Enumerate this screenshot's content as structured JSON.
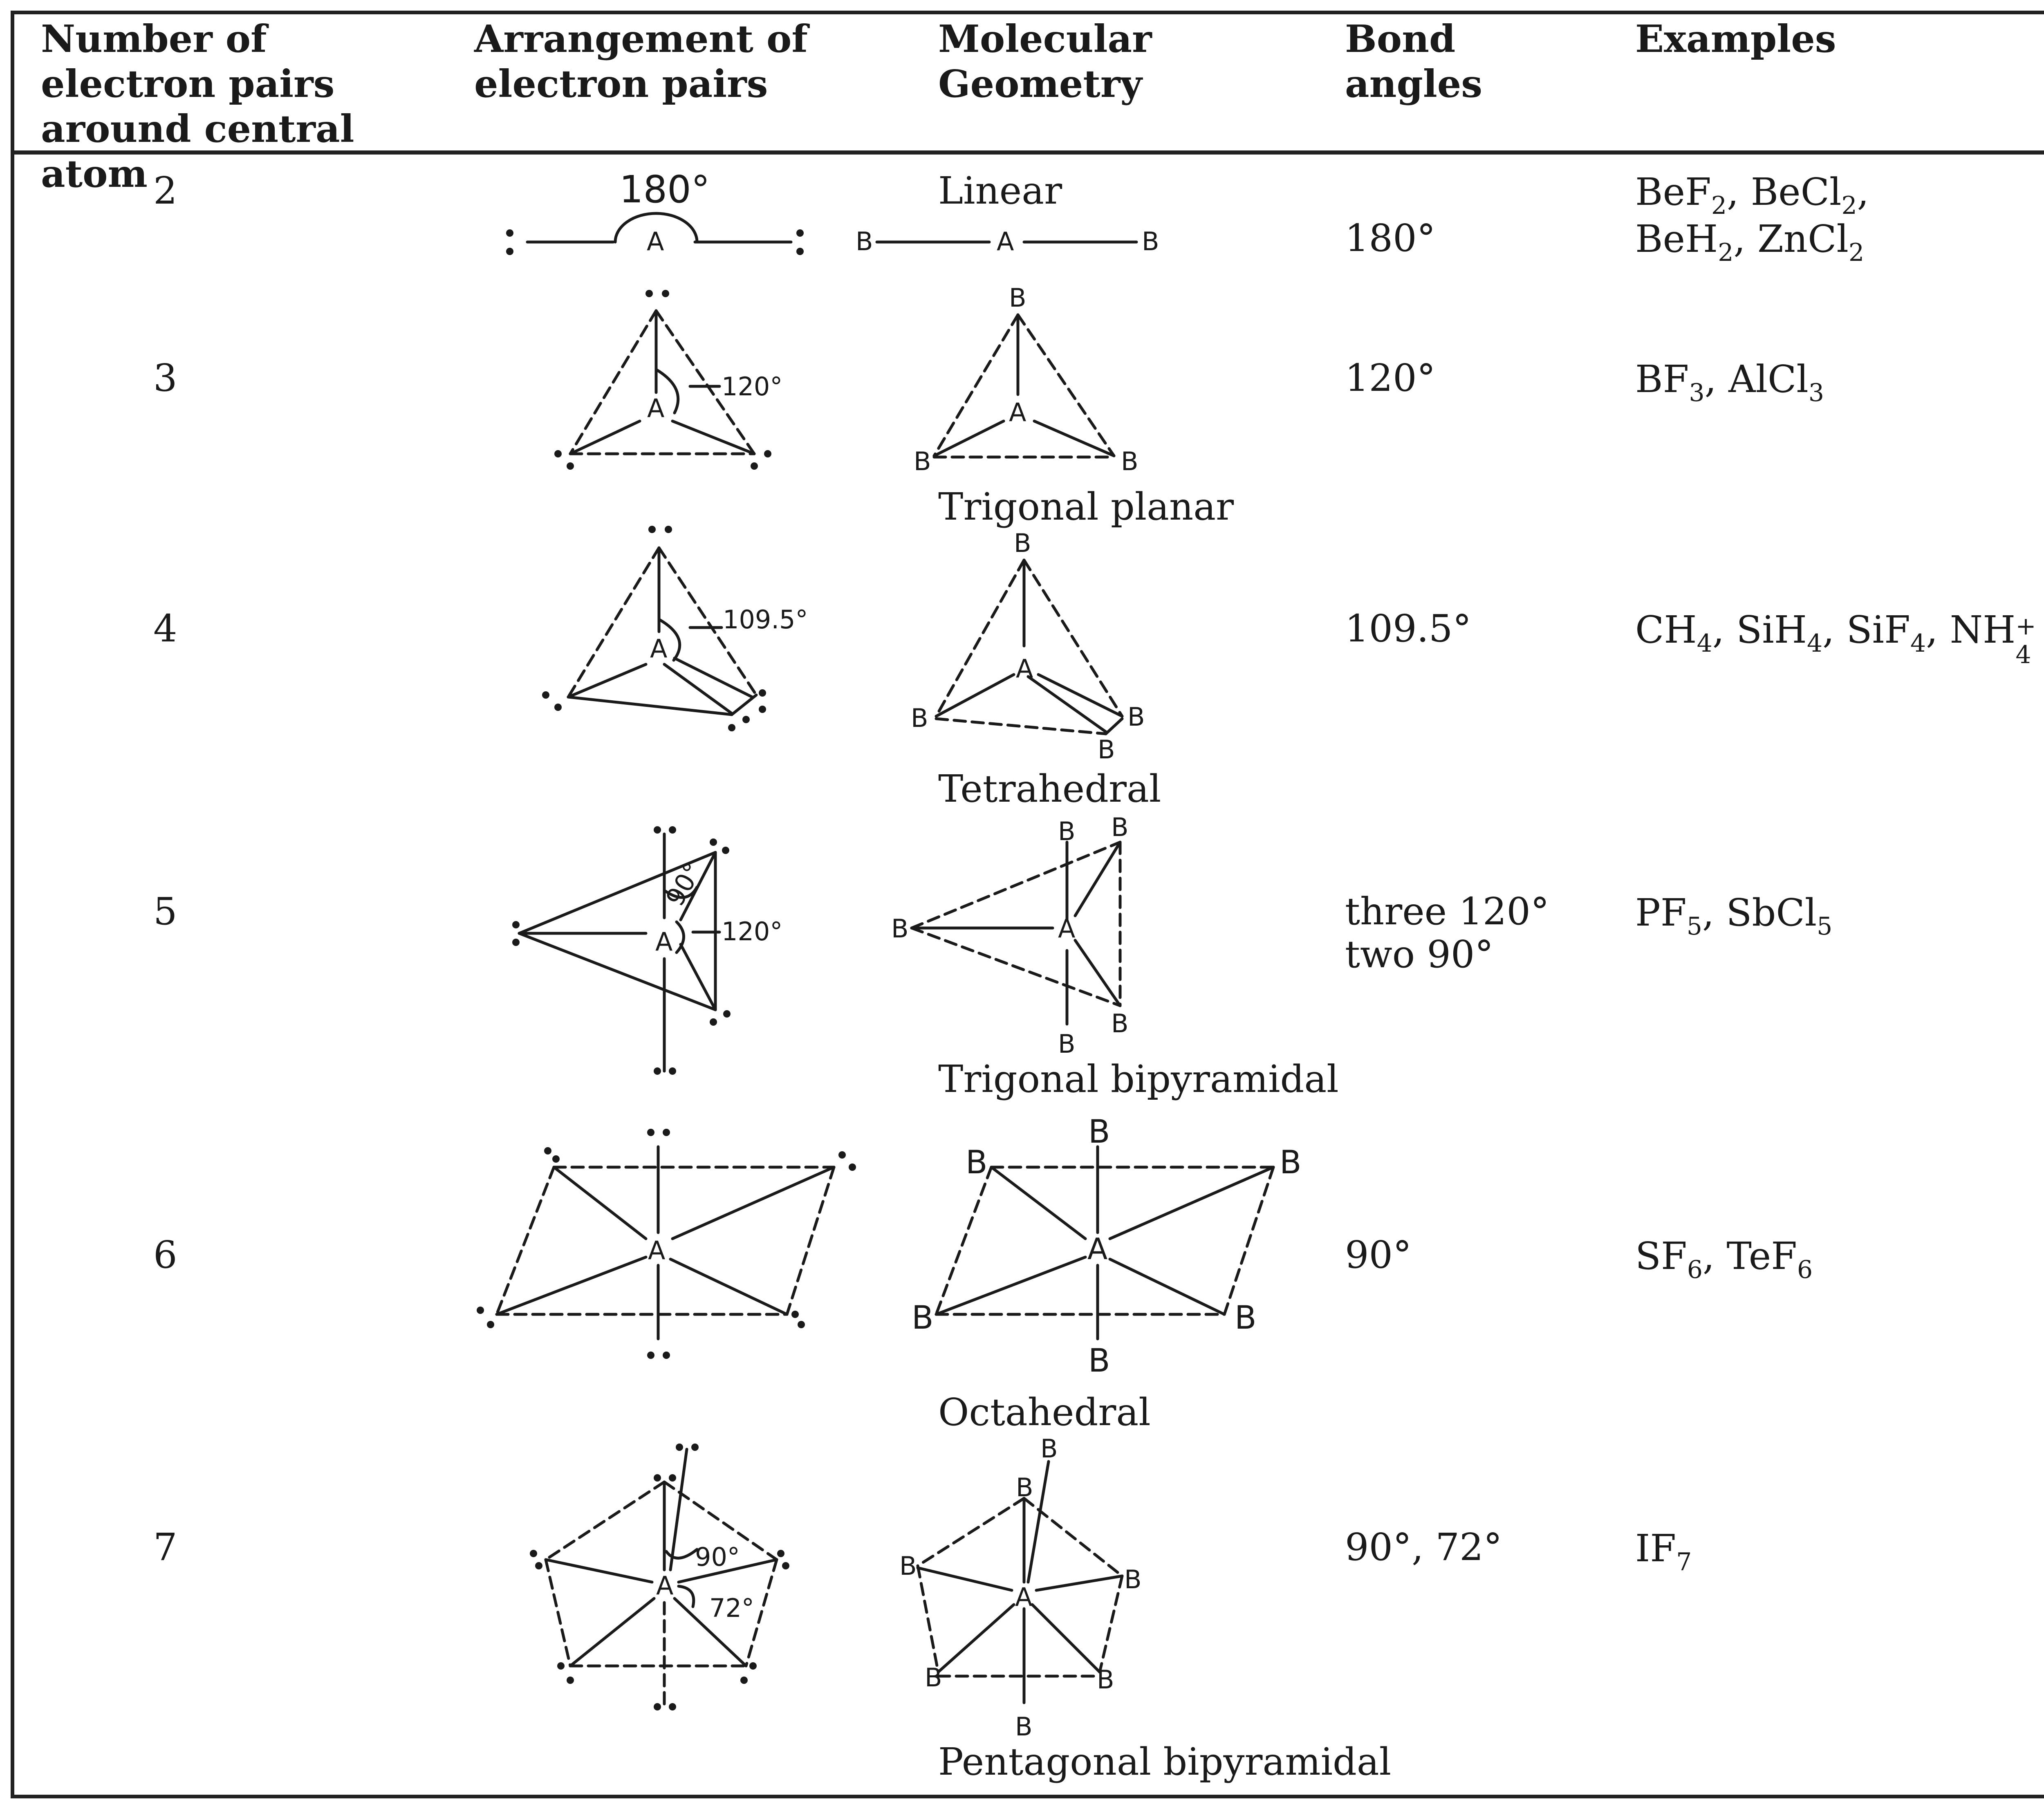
{
  "headers": {
    "pairs": "Number of electron pairs around central atom",
    "arrangement": "Arrangement of electron pairs",
    "geometry": "Molecular Geometry",
    "angles": "Bond angles",
    "examples": "Examples"
  },
  "rows": [
    {
      "pairs": "2",
      "geometry": "Linear",
      "angle_line1": "180°",
      "angle_line2": "",
      "examples_line1": [
        "BeF",
        "2",
        ", BeCl",
        "2",
        ","
      ],
      "examples_line2": [
        "BeH",
        "2",
        ", ZnCl",
        "2"
      ],
      "arrangement_label": "180°"
    },
    {
      "pairs": "3",
      "geometry": "Trigonal planar",
      "angle_line1": "120°",
      "angle_line2": "",
      "examples_line1": [
        "BF",
        "3",
        ", AlCl",
        "3"
      ],
      "arrangement_label": "120°"
    },
    {
      "pairs": "4",
      "geometry": "Tetrahedral",
      "angle_line1": "109.5°",
      "angle_line2": "",
      "examples_line1": [
        "CH",
        "4",
        ", SiH",
        "4",
        ", SiF",
        "4",
        ", NH",
        "4",
        "+"
      ],
      "arrangement_label": "109.5°"
    },
    {
      "pairs": "5",
      "geometry": "Trigonal bipyramidal",
      "angle_line1": "three 120°",
      "angle_line2": "two 90°",
      "examples_line1": [
        "PF",
        "5",
        ", SbCl",
        "5"
      ],
      "arrangement_label_a": "90°",
      "arrangement_label_b": "120°"
    },
    {
      "pairs": "6",
      "geometry": "Octahedral",
      "angle_line1": "90°",
      "angle_line2": "",
      "examples_line1": [
        "SF",
        "6",
        ", TeF",
        "6"
      ]
    },
    {
      "pairs": "7",
      "geometry": "Pentagonal bipyramidal",
      "angle_line1": "90°, 72°",
      "angle_line2": "",
      "examples_line1": [
        "IF",
        "7"
      ],
      "arrangement_label_a": "90°",
      "arrangement_label_b": "72°"
    }
  ],
  "atoms": {
    "central": "A",
    "bonded": "B"
  }
}
